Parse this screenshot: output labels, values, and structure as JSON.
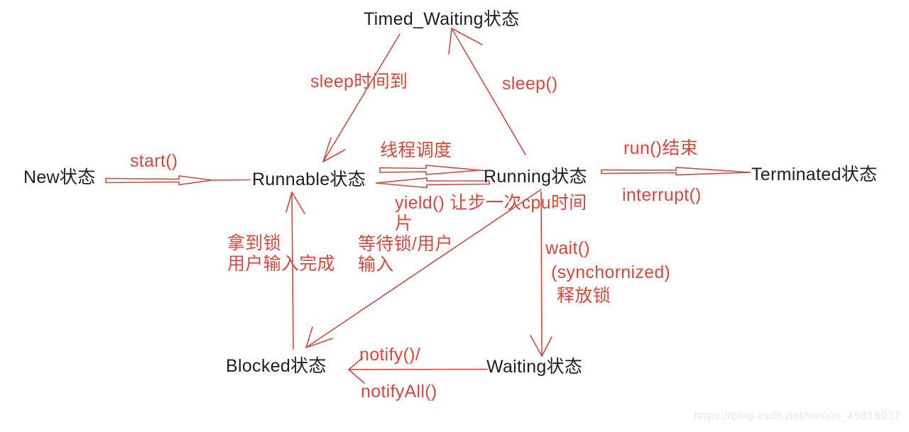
{
  "diagram": {
    "title_hint": "java-thread-state-transition",
    "nodes": {
      "timed_waiting": "Timed_Waiting状态",
      "new": "New状态",
      "runnable": "Runnable状态",
      "running": "Running状态",
      "terminated": "Terminated状态",
      "blocked": "Blocked状态",
      "waiting": "Waiting状态"
    },
    "edge_labels": {
      "start": "start()",
      "sleep_done": "sleep时间到",
      "sleep": "sleep()",
      "schedule": "线程调度",
      "run_end": "run()结束",
      "interrupt": "interrupt()",
      "yield_cpu": [
        "yield() 让步一次cpu时间",
        "片"
      ],
      "got_lock": [
        "拿到锁",
        "用户输入完成"
      ],
      "wait_for_lock": [
        "等待锁/用户",
        "输入"
      ],
      "wait": [
        "wait()",
        "(synchornized)",
        "释放锁"
      ],
      "notify": "notify()/",
      "notify_all": "notifyAll()"
    },
    "colors": {
      "arrow": "#cd4a40",
      "label": "#d8473c",
      "node_text": "#1e1e1e",
      "watermark": "#e9e9e9",
      "background": "#ffffff"
    }
  },
  "watermark": "https://blog.csdn.net/weixin_45818037"
}
